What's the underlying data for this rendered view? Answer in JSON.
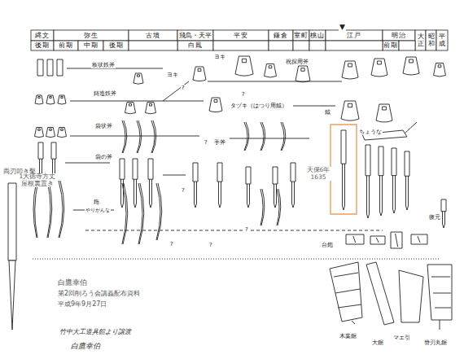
{
  "diagram": {
    "nodes": [
      {
        "text": [
          "縄文"
        ]
      },
      {
        "text": [
          "弥生"
        ]
      },
      {
        "text": [
          "古墳"
        ]
      },
      {
        "text": [
          "飛鳥・天平"
        ]
      },
      {
        "text": [
          "平安"
        ]
      },
      {
        "text": [
          "鎌倉"
        ]
      },
      {
        "text": [
          "室町"
        ]
      },
      {
        "text": [
          "桃山"
        ]
      },
      {
        "text": [
          "江戸"
        ]
      },
      {
        "text": [
          "明治"
        ]
      },
      {
        "text": [
          "大正"
        ]
      },
      {
        "text": [
          "昭和"
        ]
      },
      {
        "text": [
          "平成"
        ]
      },
      {
        "text": [
          "後期"
        ]
      },
      {
        "text": [
          "前期"
        ]
      },
      {
        "text": [
          "中期"
        ]
      },
      {
        "text": [
          "後期"
        ]
      },
      {
        "text": [
          "白鳳"
        ]
      },
      {
        "text": [
          "前期"
        ]
      }
    ],
    "labels": [
      "▼",
      "両刃叩き鑿",
      "1大徳寺方丈 屋根裏置き",
      "白鷹幸伯",
      "第2回削ろう会講義配布資料",
      "平成9年9月27日",
      "天保6年 1635",
      "板状鉄斧",
      "鋳造鉄斧",
      "袋状斧",
      "袋の斧",
      "鉇",
      "やりがんな",
      "ヨキ",
      "ヨキ",
      "祝探用斧",
      "タヅキ（はつり用鉞）",
      "鉞",
      "ちょうな",
      "手斧",
      "台鉋",
      "復元",
      "木葉鋸",
      "大鋸",
      "マエ引",
      "替刃丸鋸",
      "竹中大工道具館より譲渡",
      "白鷹幸伯",
      "?",
      "?",
      "?",
      "?",
      "?",
      "?",
      "?"
    ]
  }
}
